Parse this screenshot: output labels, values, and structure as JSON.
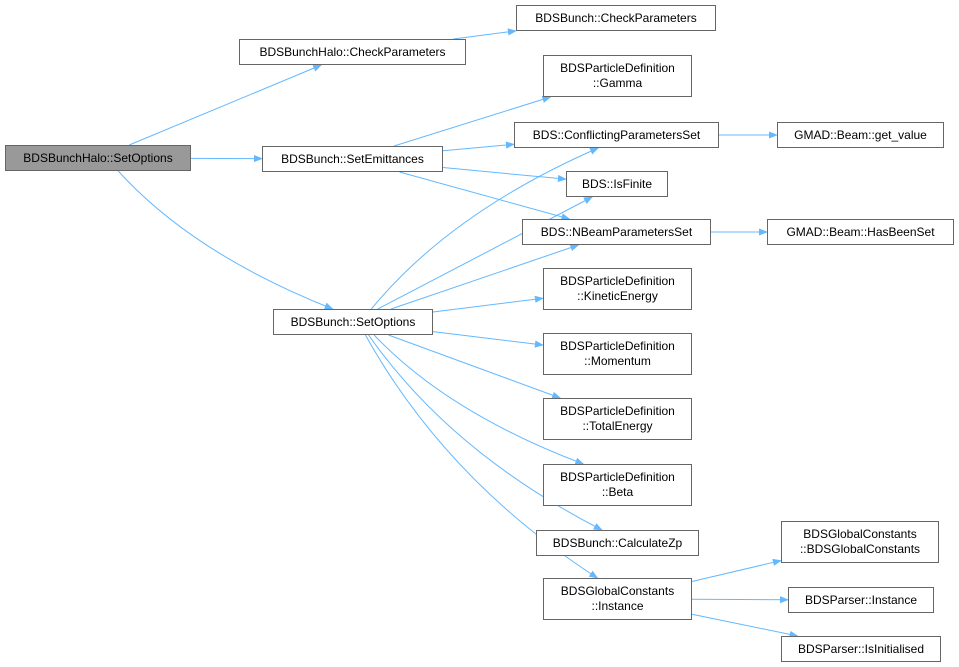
{
  "colors": {
    "edge": "#63b8ff",
    "root_fill": "#999999",
    "node_border": "#666666"
  },
  "nodes": {
    "root": {
      "lines": [
        "BDSBunchHalo::SetOptions"
      ]
    },
    "halo_check": {
      "lines": [
        "BDSBunchHalo::CheckParameters"
      ]
    },
    "bunch_check": {
      "lines": [
        "BDSBunch::CheckParameters"
      ]
    },
    "set_emittances": {
      "lines": [
        "BDSBunch::SetEmittances"
      ]
    },
    "gamma": {
      "lines": [
        "BDSParticleDefinition",
        "::Gamma"
      ]
    },
    "conflicting": {
      "lines": [
        "BDS::ConflictingParametersSet"
      ]
    },
    "get_value": {
      "lines": [
        "GMAD::Beam::get_value"
      ]
    },
    "is_finite": {
      "lines": [
        "BDS::IsFinite"
      ]
    },
    "nbeam": {
      "lines": [
        "BDS::NBeamParametersSet"
      ]
    },
    "has_been_set": {
      "lines": [
        "GMAD::Beam::HasBeenSet"
      ]
    },
    "set_options": {
      "lines": [
        "BDSBunch::SetOptions"
      ]
    },
    "kinetic": {
      "lines": [
        "BDSParticleDefinition",
        "::KineticEnergy"
      ]
    },
    "momentum": {
      "lines": [
        "BDSParticleDefinition",
        "::Momentum"
      ]
    },
    "total_energy": {
      "lines": [
        "BDSParticleDefinition",
        "::TotalEnergy"
      ]
    },
    "beta": {
      "lines": [
        "BDSParticleDefinition",
        "::Beta"
      ]
    },
    "calc_zp": {
      "lines": [
        "BDSBunch::CalculateZp"
      ]
    },
    "gc_instance": {
      "lines": [
        "BDSGlobalConstants",
        "::Instance"
      ]
    },
    "gc_ctor": {
      "lines": [
        "BDSGlobalConstants",
        "::BDSGlobalConstants"
      ]
    },
    "parser_instance": {
      "lines": [
        "BDSParser::Instance"
      ]
    },
    "parser_init": {
      "lines": [
        "BDSParser::IsInitialised"
      ]
    }
  },
  "edges": [
    [
      "root",
      "halo_check"
    ],
    [
      "root",
      "set_emittances"
    ],
    [
      "root",
      "set_options"
    ],
    [
      "halo_check",
      "bunch_check"
    ],
    [
      "set_emittances",
      "gamma"
    ],
    [
      "set_emittances",
      "conflicting"
    ],
    [
      "set_emittances",
      "is_finite"
    ],
    [
      "set_emittances",
      "nbeam"
    ],
    [
      "conflicting",
      "get_value"
    ],
    [
      "nbeam",
      "has_been_set"
    ],
    [
      "set_options",
      "conflicting"
    ],
    [
      "set_options",
      "is_finite"
    ],
    [
      "set_options",
      "nbeam"
    ],
    [
      "set_options",
      "kinetic"
    ],
    [
      "set_options",
      "momentum"
    ],
    [
      "set_options",
      "total_energy"
    ],
    [
      "set_options",
      "beta"
    ],
    [
      "set_options",
      "calc_zp"
    ],
    [
      "set_options",
      "gc_instance"
    ],
    [
      "gc_instance",
      "gc_ctor"
    ],
    [
      "gc_instance",
      "parser_instance"
    ],
    [
      "gc_instance",
      "parser_init"
    ]
  ]
}
